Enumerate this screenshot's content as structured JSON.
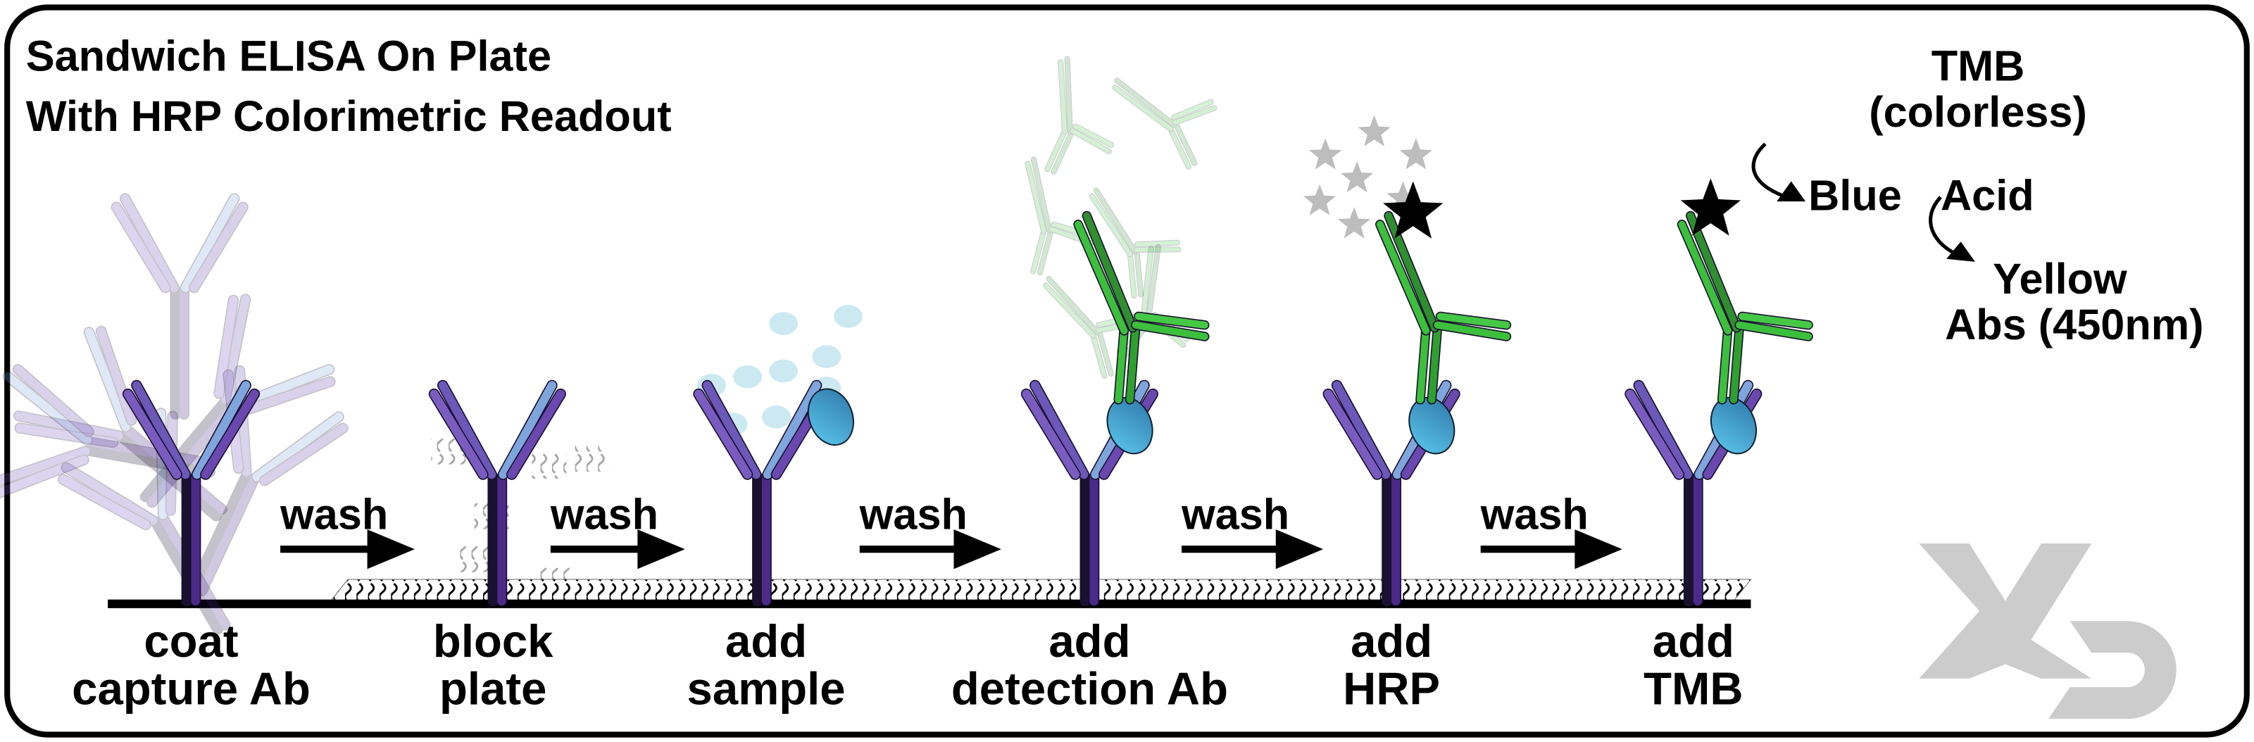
{
  "title": {
    "line1": "Sandwich ELISA On Plate",
    "line2": "With HRP Colorimetric Readout"
  },
  "wash_labels": [
    "wash",
    "wash",
    "wash",
    "wash",
    "wash"
  ],
  "steps": [
    {
      "line1": "coat",
      "line2": "capture Ab"
    },
    {
      "line1": "block",
      "line2": "plate"
    },
    {
      "line1": "add",
      "line2": "sample"
    },
    {
      "line1": "add",
      "line2": "detection Ab"
    },
    {
      "line1": "add",
      "line2": "HRP"
    },
    {
      "line1": "add",
      "line2": "TMB"
    }
  ],
  "reaction": {
    "tmb": "TMB",
    "colorless": "(colorless)",
    "blue": "Blue",
    "acid": "Acid",
    "yellow": "Yellow",
    "abs": "Abs (450nm)"
  },
  "logo": {
    "text": "XD",
    "color": "#cccccc"
  },
  "colors": {
    "capture_ab": "#5a3d9c",
    "capture_ab_light": "#8fb3e0",
    "detection_ab": "#3cbf3c",
    "antigen": "#3a9fd0",
    "hrp_star": "#000000",
    "free_star": "#bdbdbd"
  }
}
